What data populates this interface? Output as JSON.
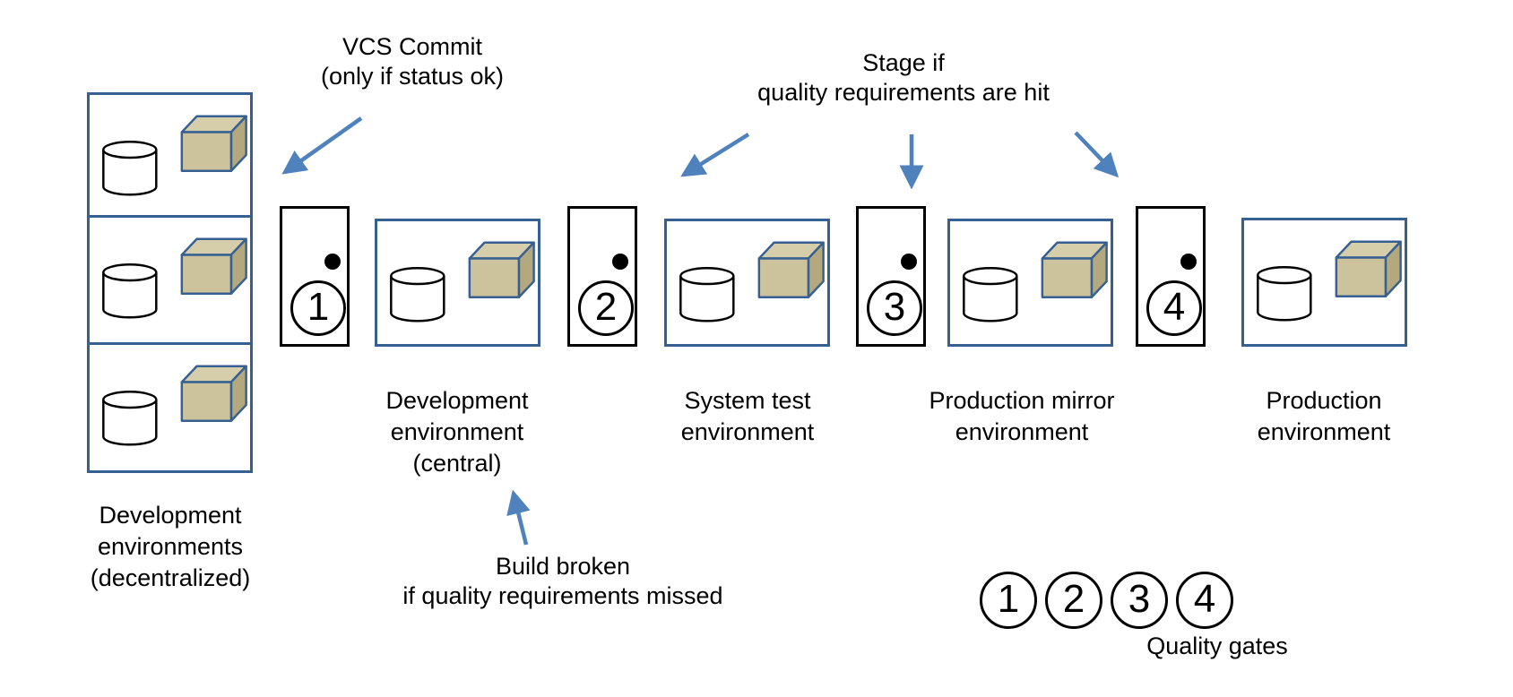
{
  "colors": {
    "box_border": "#376092",
    "gate_border": "#000000",
    "arrow": "#4f81bd",
    "cube_front": "#ccc29c",
    "cube_top": "#d6cdab",
    "cube_side": "#b3a87e"
  },
  "annotations": {
    "vcs": {
      "line1": "VCS Commit",
      "line2": "(only if status ok)"
    },
    "stage": {
      "line1": "Stage if",
      "line2": "quality requirements are hit"
    },
    "build_broken": {
      "line1": "Build broken",
      "line2": "if quality requirements missed"
    }
  },
  "stack": {
    "box_count": 3,
    "label_lines": [
      "Development",
      "environments",
      "(decentralized)"
    ]
  },
  "environments": [
    {
      "label_lines": [
        "Development",
        "environment",
        "(central)"
      ]
    },
    {
      "label_lines": [
        "System test",
        "environment"
      ]
    },
    {
      "label_lines": [
        "Production mirror",
        "environment"
      ]
    },
    {
      "label_lines": [
        "Production",
        "environment"
      ]
    }
  ],
  "gates": [
    {
      "number": "1"
    },
    {
      "number": "2"
    },
    {
      "number": "3"
    },
    {
      "number": "4"
    }
  ],
  "legend": {
    "numbers": [
      "1",
      "2",
      "3",
      "4"
    ],
    "label": "Quality gates"
  }
}
